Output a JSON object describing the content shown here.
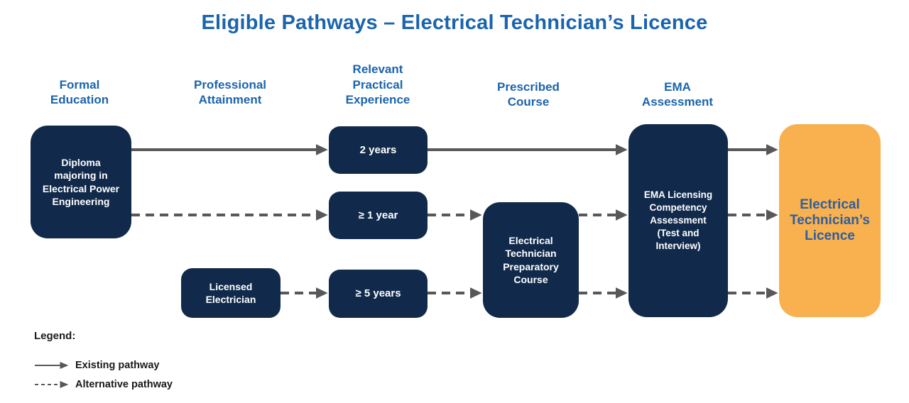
{
  "title": "Eligible Pathways – Electrical Technician’s Licence",
  "columns": [
    {
      "label": "Formal\nEducation"
    },
    {
      "label": "Professional\nAttainment"
    },
    {
      "label": "Relevant\nPractical\nExperience"
    },
    {
      "label": "Prescribed\nCourse"
    },
    {
      "label": "EMA\nAssessment"
    }
  ],
  "nodes": {
    "diploma": {
      "label": "Diploma\nmajoring in\nElectrical Power\nEngineering"
    },
    "two_years": {
      "label": "2 years"
    },
    "one_year": {
      "label": "≥ 1 year"
    },
    "licensed_electrician": {
      "label": "Licensed\nElectrician"
    },
    "five_years": {
      "label": "≥ 5 years"
    },
    "prep_course": {
      "label": "Electrical\nTechnician\nPreparatory\nCourse"
    },
    "ema_assessment": {
      "label": "EMA Licensing\nCompetency\nAssessment\n(Test and\nInterview)"
    },
    "licence": {
      "label": "Electrical\nTechnician’s\nLicence"
    }
  },
  "edges": [
    {
      "from": "diploma",
      "to": "two_years",
      "type": "existing"
    },
    {
      "from": "two_years",
      "to": "ema_assessment",
      "type": "existing"
    },
    {
      "from": "ema_assessment",
      "to": "licence",
      "type": "existing"
    },
    {
      "from": "diploma",
      "to": "one_year",
      "type": "alternative"
    },
    {
      "from": "one_year",
      "to": "prep_course",
      "type": "alternative"
    },
    {
      "from": "prep_course",
      "to": "ema_assessment",
      "type": "alternative"
    },
    {
      "from": "ema_assessment",
      "to": "licence",
      "type": "alternative"
    },
    {
      "from": "licensed_electrician",
      "to": "five_years",
      "type": "alternative"
    },
    {
      "from": "five_years",
      "to": "prep_course",
      "type": "alternative"
    }
  ],
  "legend": {
    "title": "Legend:",
    "items": [
      {
        "style": "solid",
        "label": "Existing pathway"
      },
      {
        "style": "dashed",
        "label": "Alternative pathway"
      }
    ]
  },
  "colors": {
    "navy": "#112A4B",
    "heading-blue": "#1A64AE",
    "orange": "#F9B04F",
    "licence-text": "#2D5F9F",
    "arrow": "#58585A",
    "legend-text": "#1A1A1A"
  }
}
